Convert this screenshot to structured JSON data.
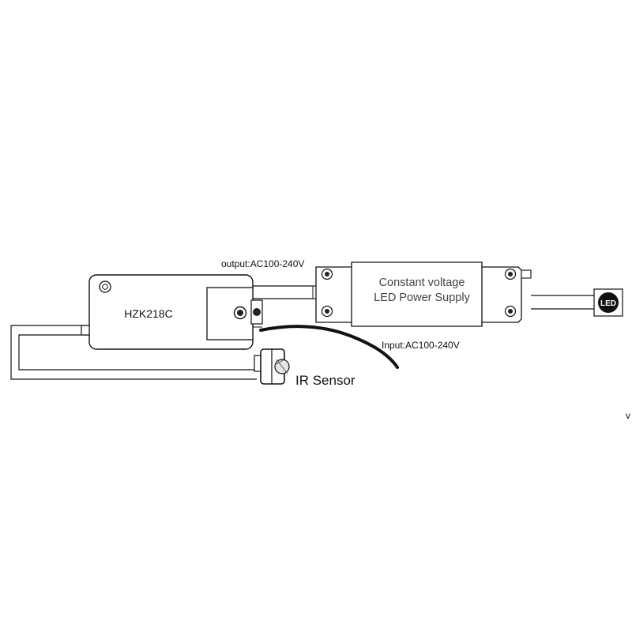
{
  "controller": {
    "model": "HZK218C"
  },
  "power_supply": {
    "line1": "Constant voltage",
    "line2": "LED Power Supply"
  },
  "labels": {
    "output": "output:AC100-240V",
    "input": "Input:AC100-240V",
    "ir_sensor": "IR Sensor",
    "led": "LED",
    "edge_fragment": "v"
  }
}
